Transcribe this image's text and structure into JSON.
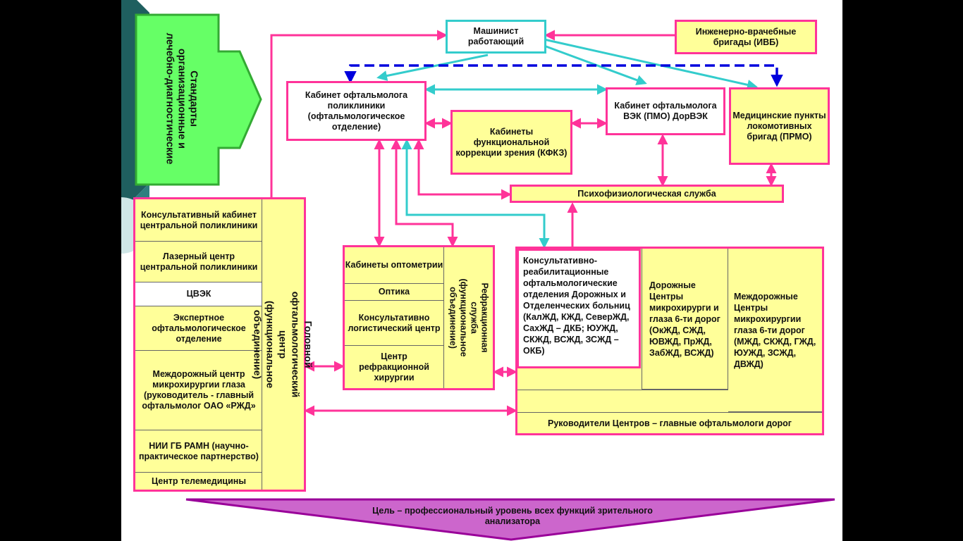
{
  "standards": "Стандарты организационные и лечебно-диагностические",
  "top": {
    "driver": "Машинист работающий",
    "ivb": "Инженерно-врачебные бригады (ИВБ)"
  },
  "middle": {
    "polyclinic": "Кабинет офтальмолога поликлиники (офтальмологическое отделение)",
    "kfkz": "Кабинеты функциональной коррекции зрения (КФКЗ)",
    "vek": "Кабинет офтальмолога ВЭК (ПМО) ДорВЭК",
    "prmo": "Медицинские пункты локомотивных бригад (ПРМО)",
    "psycho": "Психофизиологическая служба"
  },
  "head_center": {
    "title": "Головной офтальмологический центр (функциональное объединение)",
    "items": [
      "Консультативный кабинет центральной поликлиники",
      "Лазерный центр центральной поликлиники",
      "ЦВЭК",
      "Экспертное офтальмологическое отделение",
      "Междорожный центр микрохирургии глаза (руководитель - главный офтальмолог ОАО «РЖД»",
      "НИИ ГБ РАМН (научно-практическое партнерство)",
      "Центр телемедицины"
    ]
  },
  "refraction": {
    "title": "Рефракционная служба (функциональное объединение)",
    "items": [
      "Кабинеты оптометрии",
      "Оптика",
      "Консультативно логистический центр",
      "Центр рефракционной хирургии"
    ]
  },
  "rehab": {
    "consult": "Консультативно-реабилитационные офтальмологические отделения Дорожных и Отделенческих больниц (КалЖД, КЖД, СеверЖД, СахЖД – ДКБ; ЮУЖД, СКЖД, ВСЖД, ЗСЖД – ОКБ)",
    "road": "Дорожные Центры микрохирурги и глаза 6-ти дорог (ОкЖД, СЖД, ЮВЖД, ПрЖД, ЗабЖД, ВСЖД)",
    "interroad": "Междорожные Центры микрохирургии глаза 6-ти дорог (МЖД, СКЖД, ГЖД, ЮУЖД, ЗСЖД, ДВЖД)",
    "heads": "Руководители Центров – главные офтальмологи дорог"
  },
  "goal": "Цель – профессиональный уровень всех функций зрительного анализатора",
  "colors": {
    "pink": "#ff3399",
    "teal": "#33cccc",
    "blue": "#0000dd",
    "green": "#66ff66",
    "yellow": "#ffff99",
    "purple": "#990099"
  }
}
